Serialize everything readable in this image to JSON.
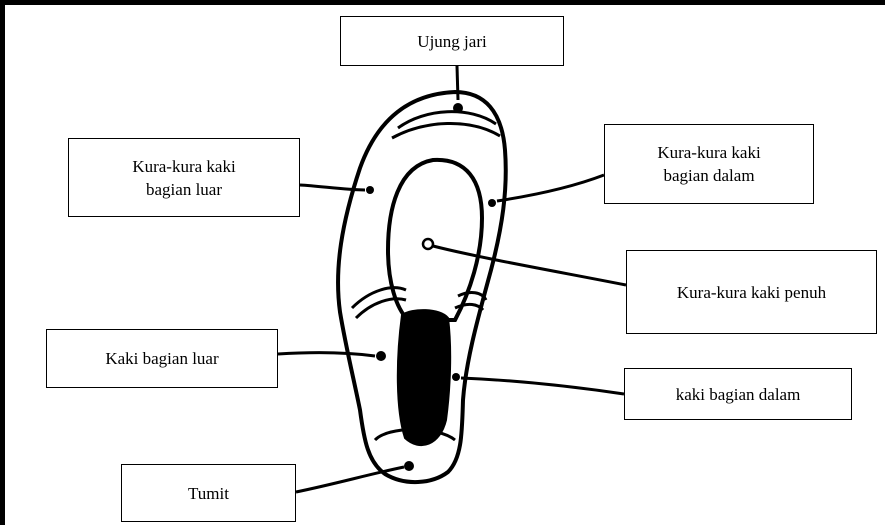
{
  "labels": {
    "toe": "Ujung jari",
    "outer_arch": "Kura-kura kaki\nbagian luar",
    "inner_arch": "Kura-kura kaki\nbagian dalam",
    "full_arch": "Kura-kura kaki penuh",
    "outer_foot": "Kaki bagian luar",
    "inner_foot": "kaki bagian dalam",
    "heel": "Tumit"
  }
}
